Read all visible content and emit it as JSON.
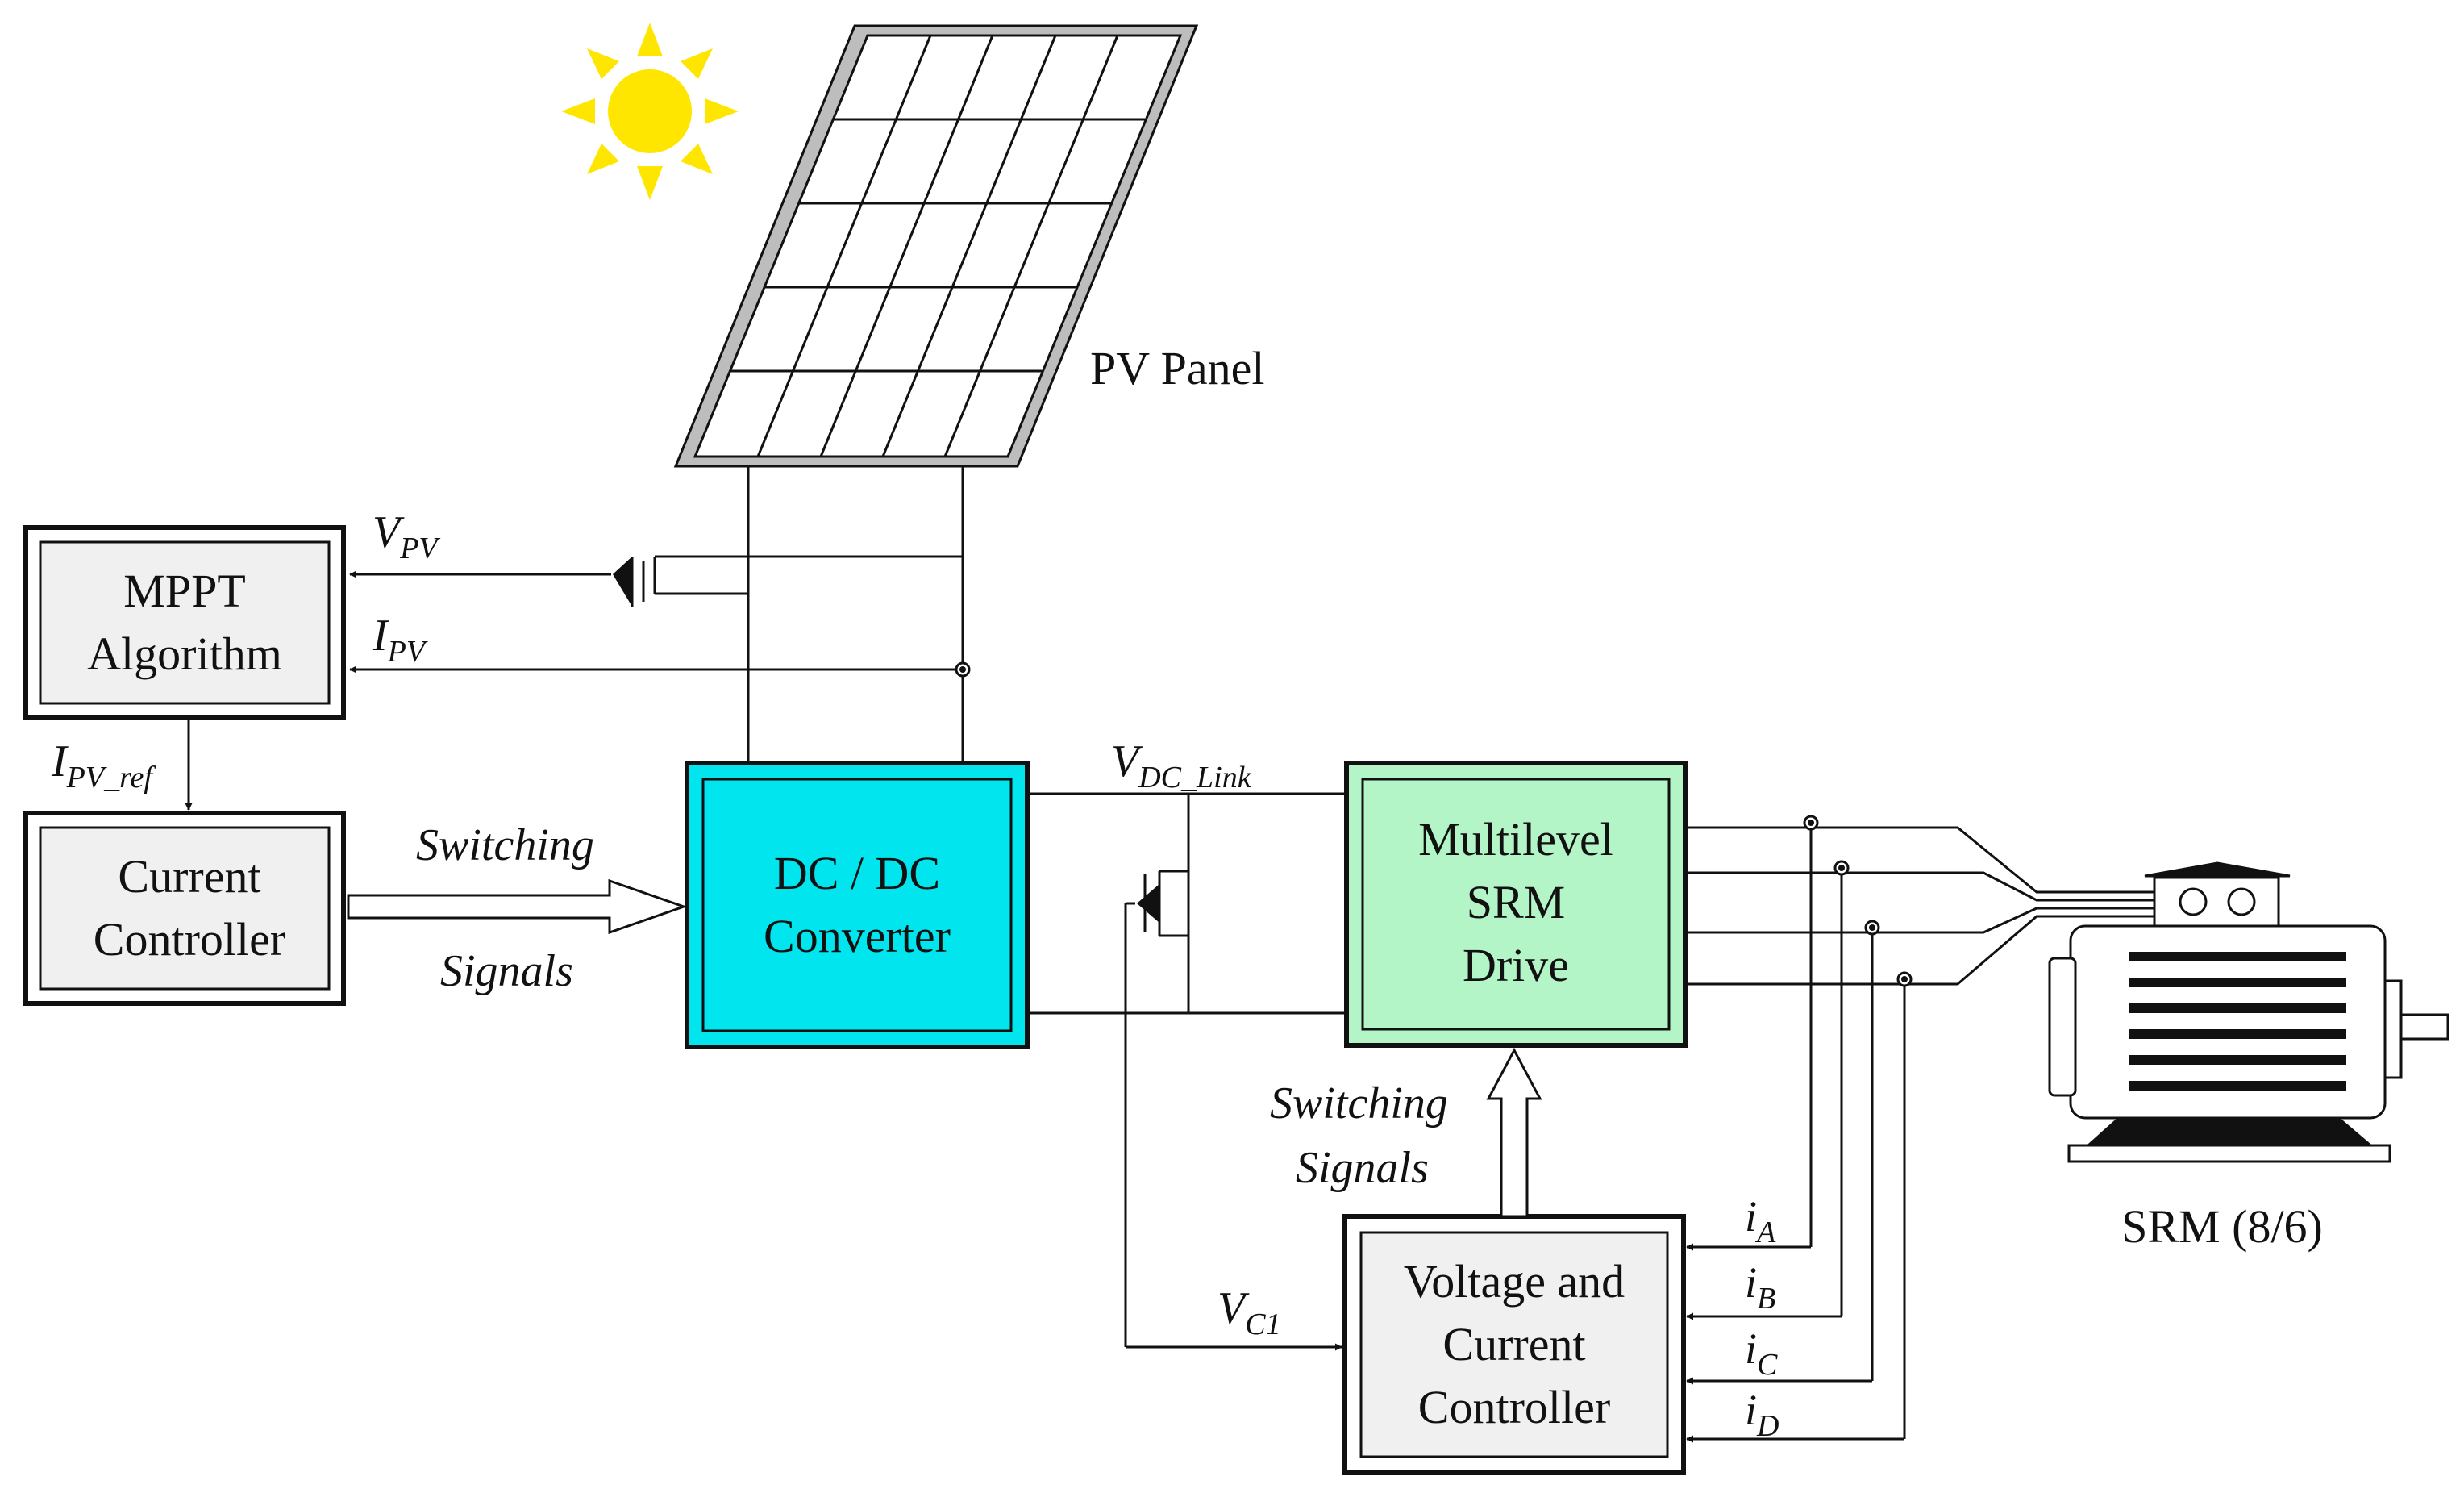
{
  "labels": {
    "pv_panel": "PV Panel",
    "mppt_line1": "MPPT",
    "mppt_line2": "Algorithm",
    "cc_line1": "Current",
    "cc_line2": "Controller",
    "dcdc_line1": "DC / DC",
    "dcdc_line2": "Converter",
    "srm_drive_line1": "Multilevel",
    "srm_drive_line2": "SRM",
    "srm_drive_line3": "Drive",
    "vcc_line1": "Voltage and",
    "vcc_line2": "Current",
    "vcc_line3": "Controller",
    "switching_left": "Switching",
    "signals_left": "Signals",
    "switching_right": "Switching",
    "signals_right": "Signals",
    "srm_motor": "SRM (8/6)"
  },
  "signals": {
    "vpv": {
      "base": "V",
      "sub": "PV"
    },
    "ipv": {
      "base": "I",
      "sub": "PV"
    },
    "ipv_ref": {
      "base": "I",
      "sub": "PV_ref"
    },
    "vdc_link": {
      "base": "V",
      "sub": "DC_Link"
    },
    "vc1": {
      "base": "V",
      "sub": "C1"
    },
    "ia": {
      "base": "i",
      "sub": "A"
    },
    "ib": {
      "base": "i",
      "sub": "B"
    },
    "ic": {
      "base": "i",
      "sub": "C"
    },
    "id": {
      "base": "i",
      "sub": "D"
    }
  },
  "colors": {
    "dcdc_fill": "#00e5ee",
    "srm_drive_fill": "#b4f5c8",
    "controller_fill": "#f0f0f0",
    "sun": "#ffe600",
    "line": "#111111"
  }
}
